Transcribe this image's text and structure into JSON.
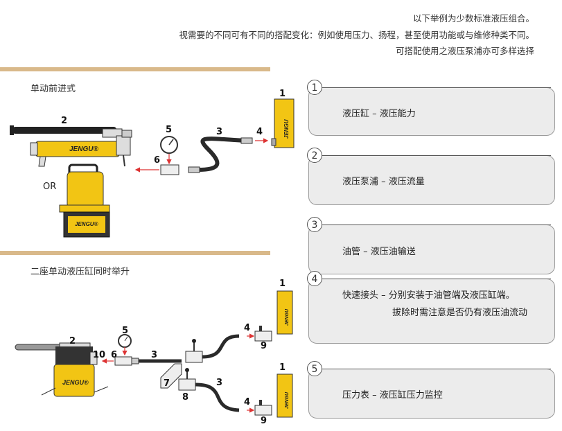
{
  "intro": {
    "line1": "以下举例为少数标准液压组合。",
    "line2": "视需要的不同可有不同的搭配变化：例如使用压力、扬程，甚至使用功能或与维修种类不同。",
    "line3": "可搭配使用之液压泵浦亦可多样选择"
  },
  "section1": {
    "title": "单动前进式",
    "or": "OR"
  },
  "section2": {
    "title": "二座单动液压缸同时举升"
  },
  "brand": "JENGU",
  "labels": {
    "s1": [
      "1",
      "2",
      "3",
      "4",
      "5",
      "6"
    ],
    "s2": [
      "1",
      "2",
      "3",
      "4",
      "5",
      "6",
      "7",
      "8",
      "9",
      "10",
      "1",
      "3",
      "4",
      "9"
    ]
  },
  "cards": [
    {
      "num": "1",
      "text": "液压缸 – 液压能力"
    },
    {
      "num": "2",
      "text": "液压泵浦 – 液压流量"
    },
    {
      "num": "3",
      "text": "油管 – 液压油输送"
    },
    {
      "num": "4",
      "text": "快速接头 – 分别安装于油管端及液压缸端。",
      "text2": "拔除时需注意是否仍有液压油流动"
    },
    {
      "num": "5",
      "text": "压力表 – 液压缸压力监控"
    }
  ],
  "colors": {
    "accent_bar": "#d9b98a",
    "yellow": "#f2c514",
    "arrow": "#d33",
    "hose": "#2a2a2a"
  }
}
